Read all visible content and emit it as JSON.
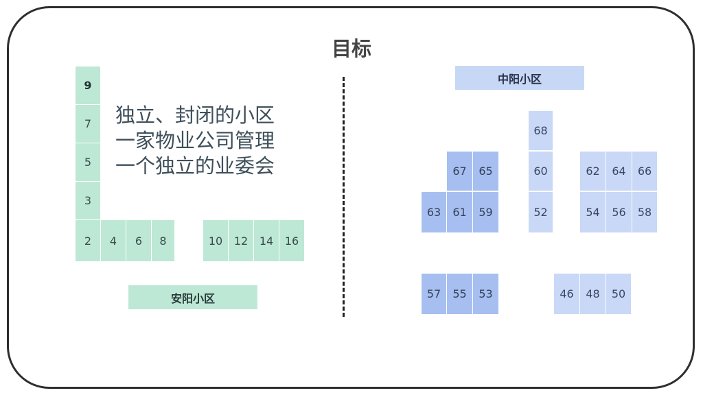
{
  "title": "目标",
  "left_area": {
    "name": "安阳小区",
    "description": [
      "独立、封闭的小区",
      "一家物业公司管理",
      "一个独立的业委会"
    ],
    "buildings": [
      "9",
      "7",
      "5",
      "3",
      "2",
      "4",
      "6",
      "8",
      "10",
      "12",
      "14",
      "16"
    ]
  },
  "right_area": {
    "name": "中阳小区",
    "buildings": [
      "68",
      "67",
      "65",
      "60",
      "62",
      "64",
      "66",
      "63",
      "61",
      "59",
      "52",
      "54",
      "56",
      "58",
      "57",
      "55",
      "53",
      "46",
      "48",
      "50"
    ]
  },
  "colors": {
    "green": "#bde8d6",
    "blue_dark": "#a6bff0",
    "blue_light": "#c8d8f6",
    "frame": "#2e2e2e"
  }
}
